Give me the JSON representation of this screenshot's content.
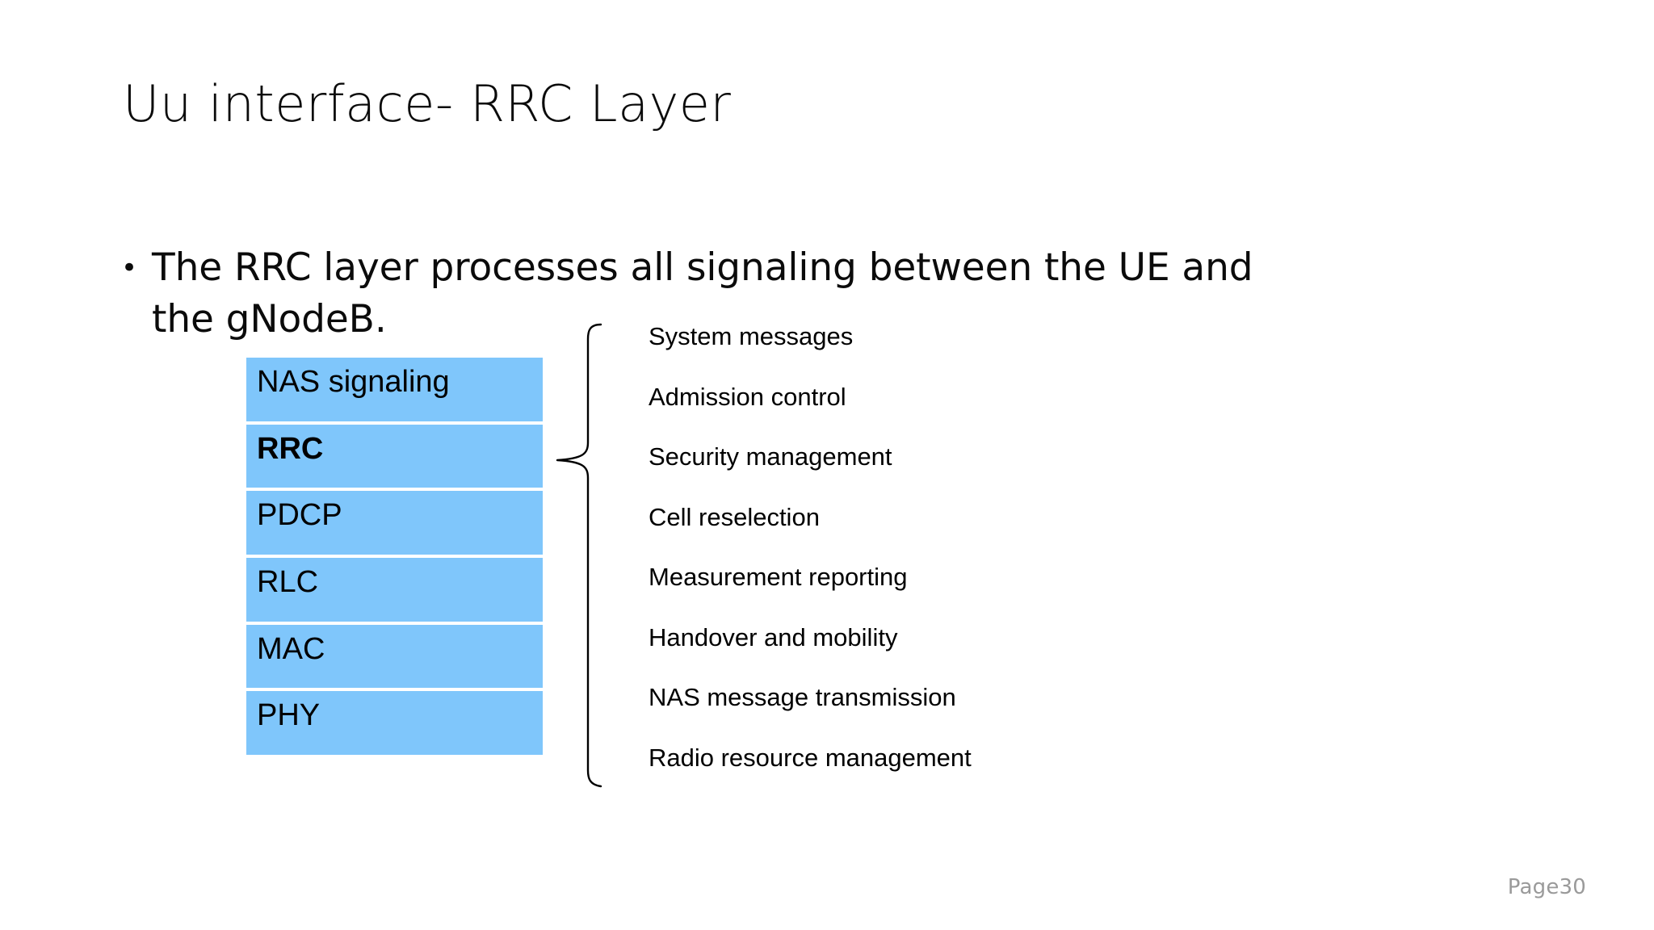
{
  "slide": {
    "title": "Uu interface- RRC Layer",
    "page_label": "Page30",
    "background_color": "#ffffff"
  },
  "body": {
    "bullet_marker": "•",
    "bullet_text": "The RRC layer processes all signaling between the UE and the gNodeB."
  },
  "protocol_stack": {
    "fill_color": "#7FC6FB",
    "layers": [
      {
        "label": "NAS signaling",
        "bold": false
      },
      {
        "label": "RRC",
        "bold": true
      },
      {
        "label": "PDCP",
        "bold": false
      },
      {
        "label": "RLC",
        "bold": false
      },
      {
        "label": "MAC",
        "bold": false
      },
      {
        "label": "PHY",
        "bold": false
      }
    ]
  },
  "connector": {
    "icon": "curly-brace-icon",
    "stroke_color": "#000000"
  },
  "rrc_functions": {
    "items": [
      "System messages",
      "Admission control",
      "Security management",
      "Cell reselection",
      "Measurement reporting",
      "Handover and mobility",
      "NAS message transmission",
      "Radio resource management"
    ]
  }
}
